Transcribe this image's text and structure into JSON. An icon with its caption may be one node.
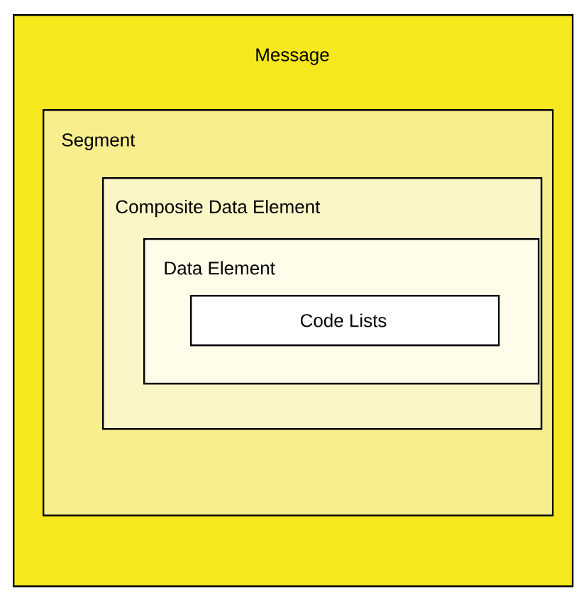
{
  "diagram": {
    "nodes": [
      {
        "text": [
          "Message"
        ]
      },
      {
        "text": [
          "Segment"
        ],
        "in": 0
      },
      {
        "text": [
          "Composite Data Element"
        ],
        "in": 1
      },
      {
        "text": [
          "Data Element"
        ],
        "in": 2
      },
      {
        "text": [
          "Code Lists"
        ],
        "in": 3
      }
    ]
  }
}
